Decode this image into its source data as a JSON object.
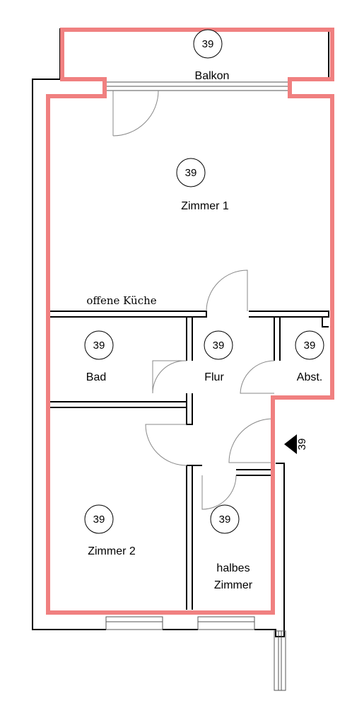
{
  "rooms": {
    "balkon": {
      "number": "39",
      "label": "Balkon"
    },
    "zimmer1": {
      "number": "39",
      "label": "Zimmer 1"
    },
    "kueche": {
      "label": "offene Küche"
    },
    "bad": {
      "number": "39",
      "label": "Bad"
    },
    "flur": {
      "number": "39",
      "label": "Flur"
    },
    "abst": {
      "number": "39",
      "label": "Abst."
    },
    "zimmer2": {
      "number": "39",
      "label": "Zimmer 2"
    },
    "halbes": {
      "number": "39",
      "label_line1": "halbes",
      "label_line2": "Zimmer"
    }
  },
  "entrance_marker": {
    "number": "39"
  },
  "colors": {
    "unit_outline": "#f08080",
    "walls": "#000000",
    "doors": "#888888"
  }
}
